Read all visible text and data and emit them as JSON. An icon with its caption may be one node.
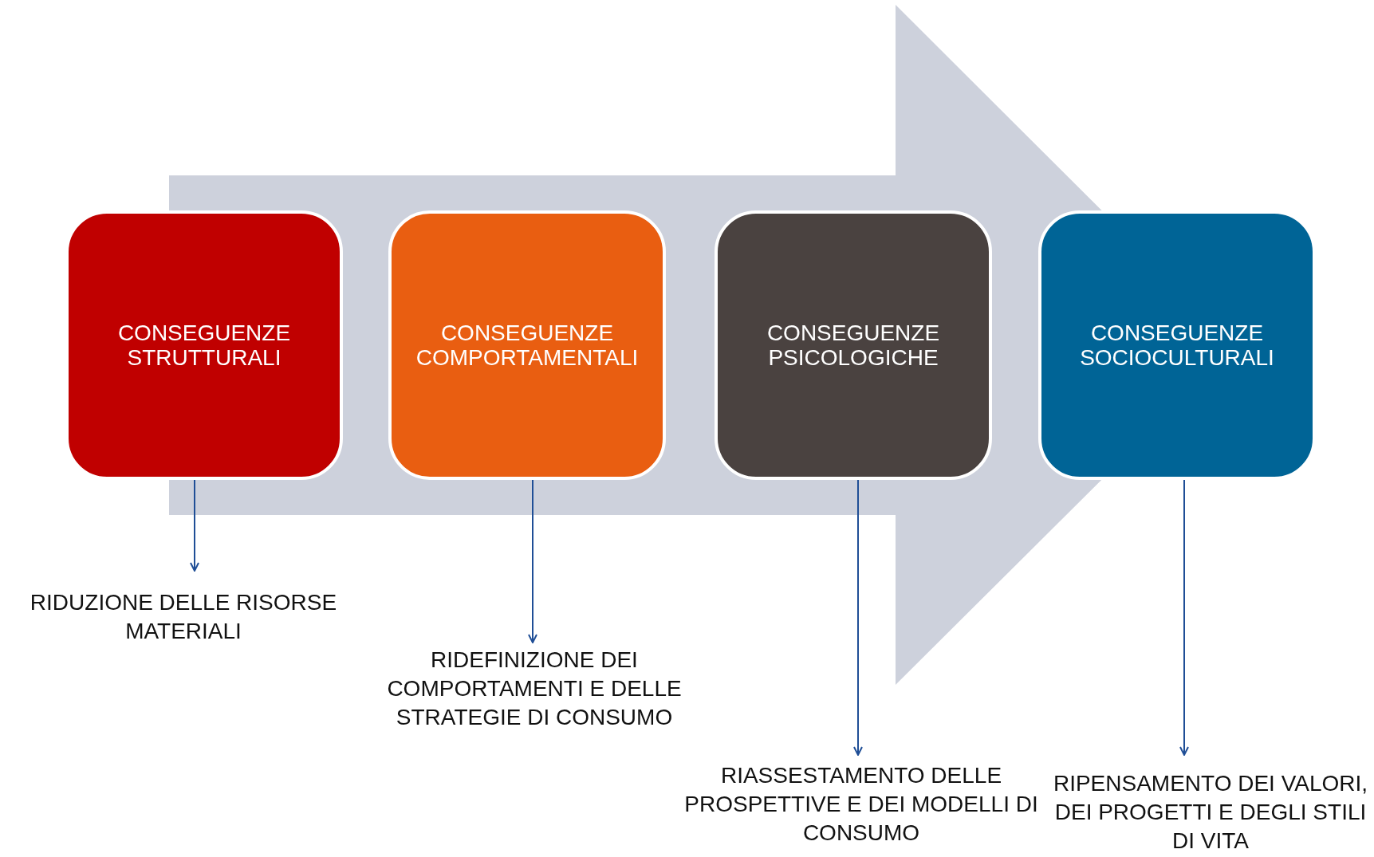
{
  "diagram": {
    "nodes": [
      {
        "text": [
          "CONSEGUENZE STRUTTURALI"
        ]
      },
      {
        "text": [
          "CONSEGUENZE COMPORTAMENTALI"
        ]
      },
      {
        "text": [
          "CONSEGUENZE PSICOLOGICHE"
        ]
      },
      {
        "text": [
          "CONSEGUENZE SOCIOCULTURALI"
        ]
      },
      {
        "text": [
          "RIDUZIONE DELLE RISORSE MATERIALI"
        ]
      },
      {
        "text": [
          "RIDEFINIZIONE DEI COMPORTAMENTI E DELLE STRATEGIE DI CONSUMO"
        ]
      },
      {
        "text": [
          "RIASSESTAMENTO DELLE PROSPETTIVE E DEI MODELLI DI CONSUMO"
        ]
      },
      {
        "text": [
          "RIPENSAMENTO DEI VALORI, DEI PROGETTI E DEGLI STILI DI VITA"
        ]
      }
    ],
    "edges": [
      {
        "from": 0,
        "to": 4,
        "arrow": "to"
      },
      {
        "from": 1,
        "to": 5,
        "arrow": "to"
      },
      {
        "from": 2,
        "to": 6,
        "arrow": "to"
      },
      {
        "from": 3,
        "to": 7,
        "arrow": "to"
      },
      {
        "from": 0,
        "to": 3,
        "arrow": "to",
        "style": "thick",
        "color": "#cdd1dc"
      }
    ]
  }
}
